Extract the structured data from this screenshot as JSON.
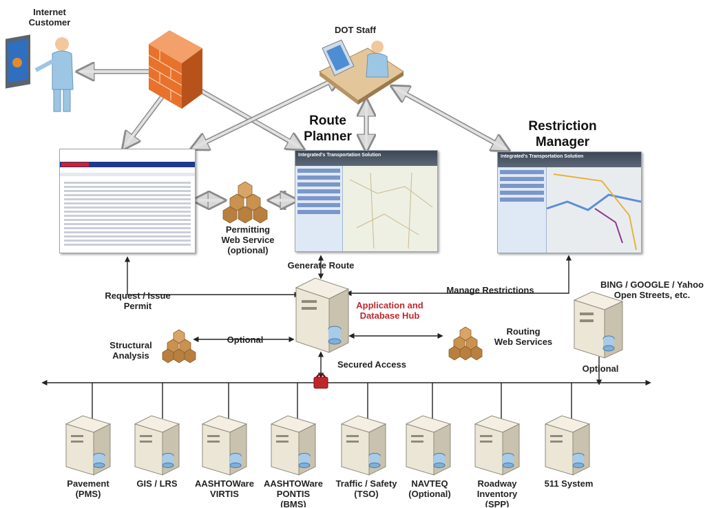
{
  "actors": {
    "internet_customer": "Internet\nCustomer",
    "dot_staff": "DOT Staff"
  },
  "applications": {
    "route_planner": "Route\nPlanner",
    "restriction_manager": "Restriction\nManager",
    "screen_header": "Integrated's Transportation Solution"
  },
  "services": {
    "permitting": "Permitting\nWeb Service\n(optional)",
    "structural": "Structural\nAnalysis",
    "routing": "Routing\nWeb Services"
  },
  "hub": {
    "label": "Application and\nDatabase Hub",
    "color": "#c0272d"
  },
  "map_provider": "BING / GOOGLE / Yahoo\nOpen Streets, etc.",
  "flows": {
    "generate_route": "Generate Route",
    "request_issue_permit": "Request / Issue\nPermit",
    "manage_restrictions": "Manage Restrictions",
    "optional_structural": "Optional",
    "secured_access": "Secured Access",
    "optional_map": "Optional"
  },
  "systems": [
    {
      "label": "Pavement\n(PMS)"
    },
    {
      "label": "GIS / LRS"
    },
    {
      "label": "AASHTOWare\nVIRTIS"
    },
    {
      "label": "AASHTOWare\nPONTIS\n(BMS)"
    },
    {
      "label": "Traffic / Safety\n(TSO)"
    },
    {
      "label": "NAVTEQ\n(Optional)"
    },
    {
      "label": "Roadway\nInventory\n(SPP)"
    },
    {
      "label": "511 System"
    }
  ],
  "icons": {
    "firewall": "firewall-icon",
    "server": "server-icon",
    "lock": "lock-icon",
    "cubes": "cubes-icon",
    "person": "person-icon"
  },
  "colors": {
    "firewall": "#e8722c",
    "cubes": "#c9924f",
    "arrow": "#b5b5b5",
    "server": "#ece6d6"
  }
}
